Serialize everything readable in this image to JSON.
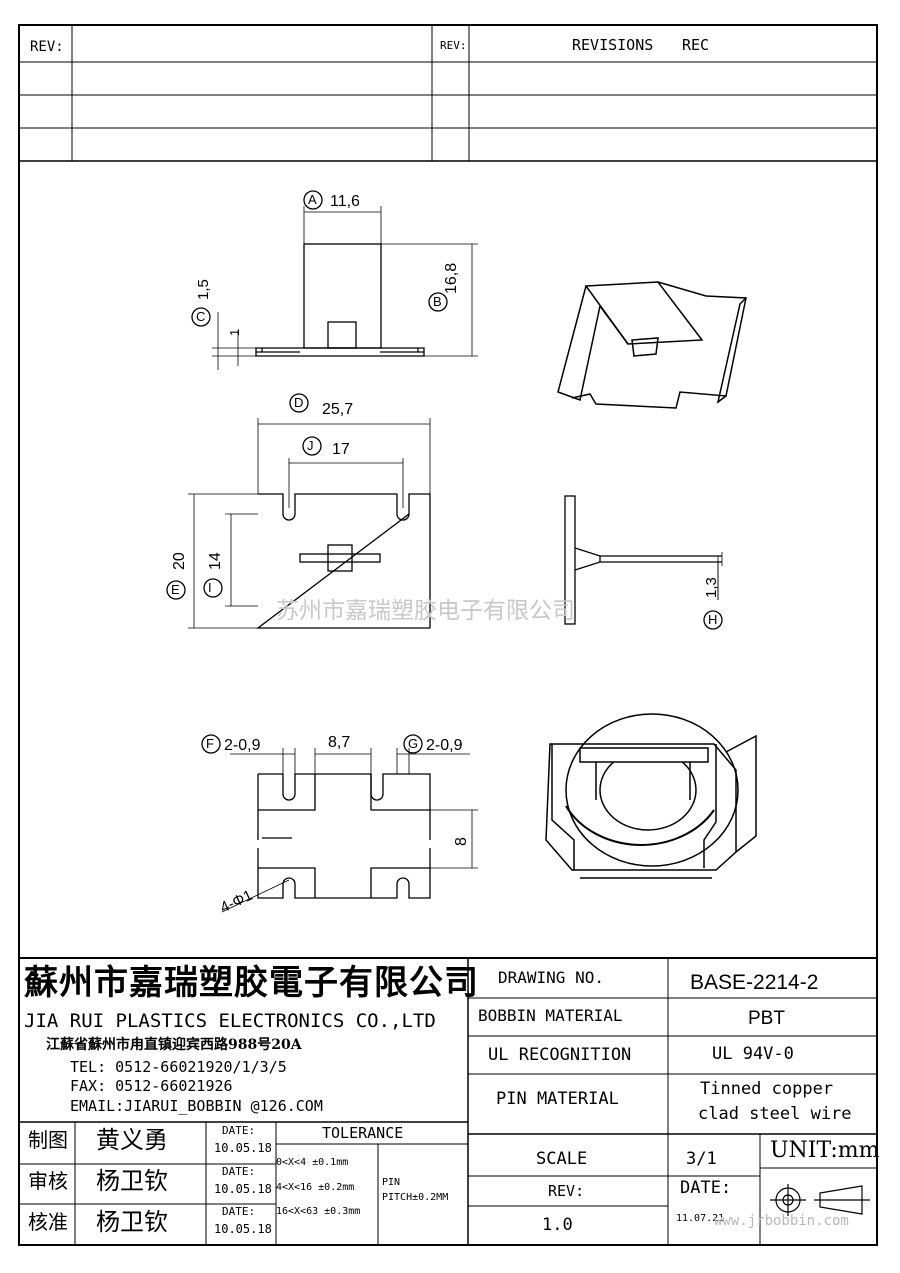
{
  "revision_header": {
    "rev_label_left": "REV:",
    "rev_label_right": "REV:",
    "revisions_label": "REVISIONS",
    "rec_label": "REC"
  },
  "dimensions": {
    "a": {
      "marker": "A",
      "value": "11,6"
    },
    "b": {
      "marker": "B",
      "value": "16,8"
    },
    "c": {
      "marker": "C",
      "value": "1,5"
    },
    "c_small": "1",
    "d": {
      "marker": "D",
      "value": "25,7"
    },
    "j": {
      "marker": "J",
      "value": "17"
    },
    "e": {
      "marker": "E",
      "value": "20"
    },
    "i": {
      "marker": "I",
      "value": "14"
    },
    "h": {
      "marker": "H",
      "value": "1,3"
    },
    "f": {
      "marker": "F",
      "value": "2-0,9"
    },
    "mid": "8,7",
    "g": {
      "marker": "G",
      "value": "2-0,9"
    },
    "height8": "8",
    "holes": "4-Φ1"
  },
  "watermark": "苏州市嘉瑞塑胶电子有限公司",
  "company": {
    "name_cn": "蘇州市嘉瑞塑胶電子有限公司",
    "name_en": "JIA RUI PLASTICS ELECTRONICS CO.,LTD",
    "address": "江蘇省蘇州市甪直镇迎宾西路988号20A",
    "tel": "TEL: 0512-66021920/1/3/5",
    "fax": "FAX: 0512-66021926",
    "email": "EMAIL:JIARUI_BOBBIN @126.COM"
  },
  "title_block": {
    "drawing_no_label": "DRAWING NO.",
    "drawing_no": "BASE-2214-2",
    "bobbin_material_label": "BOBBIN MATERIAL",
    "bobbin_material": "PBT",
    "ul_label": "UL RECOGNITION",
    "ul_value": "UL 94V-0",
    "pin_material_label": "PIN MATERIAL",
    "pin_material_line1": "Tinned copper",
    "pin_material_line2": "clad steel wire",
    "scale_label": "SCALE",
    "scale_value": "3/1",
    "unit": "UNIT:mm",
    "rev_label": "REV:",
    "rev_value": "1.0",
    "date_label": "DATE:",
    "date_value": "11.07.21",
    "website": "www.jrbobbin.com"
  },
  "approvals": [
    {
      "role": "制图",
      "name": "黄义勇",
      "date_label": "DATE:",
      "date": "10.05.18"
    },
    {
      "role": "审核",
      "name": "杨卫钦",
      "date_label": "DATE:",
      "date": "10.05.18"
    },
    {
      "role": "核准",
      "name": "杨卫钦",
      "date_label": "DATE:",
      "date": "10.05.18"
    }
  ],
  "tolerance": {
    "label": "TOLERANCE",
    "rows": [
      "0<X<4  ±0.1mm",
      "4<X<16 ±0.2mm",
      "16<X<63 ±0.3mm"
    ],
    "pin_label": "PIN",
    "pin_pitch": "PITCH±0.2MM"
  }
}
